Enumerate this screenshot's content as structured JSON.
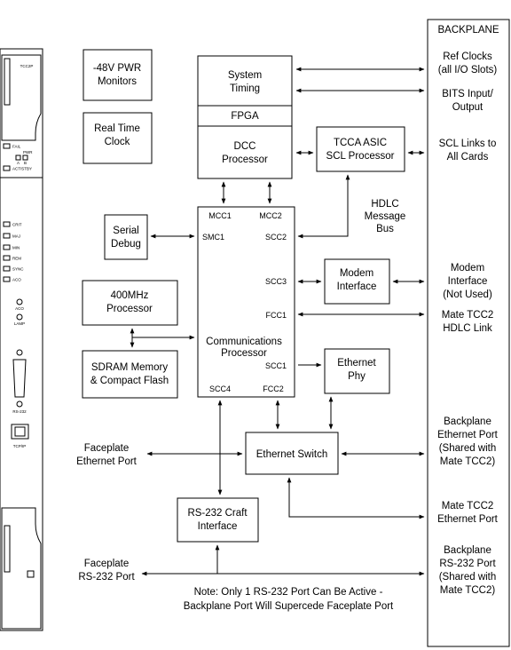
{
  "faceplate": {
    "card_label": "TCC2P",
    "leds": [
      "FAIL",
      "ACT/STBY",
      "CRIT",
      "MAJ",
      "MIN",
      "REM",
      "SYNC",
      "ACO"
    ],
    "pwr_label": "PWR",
    "pwr_ab": [
      "A",
      "B"
    ],
    "aco_button": "ACO",
    "lamp_test": "LAMP",
    "rs232_label": "RS-232",
    "tcpip_label": "TCP/IP"
  },
  "backplane_title": "BACKPLANE",
  "blocks": {
    "pwr_monitors": [
      "-48V PWR",
      "Monitors"
    ],
    "rtc": [
      "Real Time",
      "Clock"
    ],
    "system_timing": [
      "System",
      "Timing"
    ],
    "fpga": "FPGA",
    "dcc": [
      "DCC",
      "Processor"
    ],
    "tcca": [
      "TCCA ASIC",
      "SCL Processor"
    ],
    "serial_debug": [
      "Serial",
      "Debug"
    ],
    "proc400": [
      "400MHz",
      "Processor"
    ],
    "sdram": [
      "SDRAM Memory",
      "& Compact Flash"
    ],
    "modem": [
      "Modem",
      "Interface"
    ],
    "ethernet_phy": [
      "Ethernet",
      "Phy"
    ],
    "ethernet_switch": "Ethernet Switch",
    "rs232_craft": [
      "RS-232 Craft",
      "Interface"
    ],
    "comm_proc": [
      "Communications",
      "Processor"
    ]
  },
  "ports": {
    "mcc1": "MCC1",
    "mcc2": "MCC2",
    "smc1": "SMC1",
    "scc2": "SCC2",
    "scc3": "SCC3",
    "fcc1": "FCC1",
    "scc1": "SCC1",
    "scc4": "SCC4",
    "fcc2": "FCC2"
  },
  "hdlc_bus": [
    "HDLC",
    "Message",
    "Bus"
  ],
  "backplane_labels": {
    "ref_clocks": [
      "Ref Clocks",
      "(all I/O Slots)"
    ],
    "bits": [
      "BITS Input/",
      "Output"
    ],
    "scl_links": [
      "SCL Links to",
      "All Cards"
    ],
    "modem_if": [
      "Modem",
      "Interface",
      "(Not Used)"
    ],
    "mate_hdlc": [
      "Mate TCC2",
      "HDLC Link"
    ],
    "bp_ethernet": [
      "Backplane",
      "Ethernet Port",
      "(Shared with",
      "Mate TCC2)"
    ],
    "mate_ethernet": [
      "Mate TCC2",
      "Ethernet Port"
    ],
    "bp_rs232": [
      "Backplane",
      "RS-232 Port",
      "(Shared with",
      "Mate TCC2)"
    ]
  },
  "faceplate_ethernet": [
    "Faceplate",
    "Ethernet Port"
  ],
  "faceplate_rs232": [
    "Faceplate",
    "RS-232 Port"
  ],
  "note": [
    "Note:  Only 1 RS-232 Port Can Be Active -",
    "Backplane Port Will Supercede Faceplate Port"
  ]
}
